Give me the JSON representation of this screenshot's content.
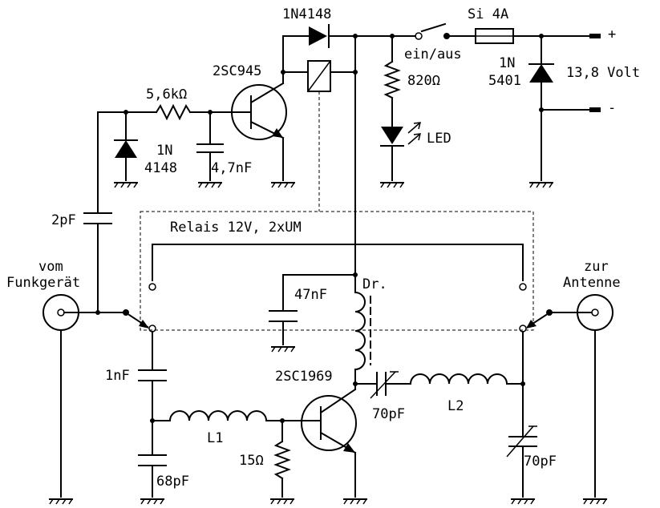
{
  "labels": {
    "d_top": "1N4148",
    "fuse": "Si 4A",
    "transistor1": "2SC945",
    "r_base": "5,6kΩ",
    "switch": "ein/aus",
    "r_led": "820Ω",
    "d_prot_1": "1N",
    "d_prot_2": "5401",
    "voltage": "13,8 Volt",
    "plus": "+",
    "minus": "-",
    "d_left_1": "1N",
    "d_left_2": "4148",
    "c_base": "4,7nF",
    "led": "LED",
    "c_couple": "2pF",
    "relay": "Relais 12V, 2xUM",
    "in_1": "vom",
    "in_2": "Funkgerät",
    "out_1": "zur",
    "out_2": "Antenne",
    "c_bypass": "47nF",
    "choke": "Dr.",
    "c_in": "1nF",
    "transistor2": "2SC1969",
    "c_tune1": "70pF",
    "l2": "L2",
    "l1": "L1",
    "r_emit": "15Ω",
    "c_shunt": "68pF",
    "c_tune2": "70pF"
  },
  "colors": {
    "ink": "#000000",
    "background": "#ffffff"
  }
}
